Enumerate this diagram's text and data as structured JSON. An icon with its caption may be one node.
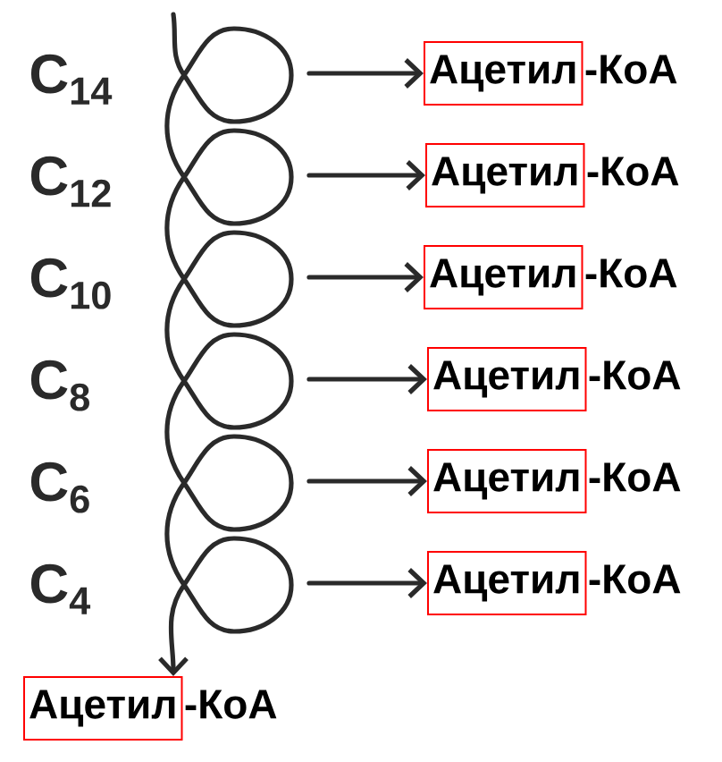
{
  "diagram": {
    "nodes": [
      {
        "text": [
          "Ацетил"
        ],
        "beside": [
          "-КоА"
        ]
      },
      {
        "text": [
          "Ацетил"
        ],
        "beside": [
          "-КоА"
        ]
      },
      {
        "text": [
          "Ацетил"
        ],
        "beside": [
          "-КоА"
        ]
      },
      {
        "text": [
          "Ацетил"
        ],
        "beside": [
          "-КоА"
        ]
      },
      {
        "text": [
          "Ацетил"
        ],
        "beside": [
          "-КоА"
        ]
      },
      {
        "text": [
          "Ацетил"
        ],
        "beside": [
          "-КоА"
        ]
      },
      {
        "text": [
          "Ацетил"
        ],
        "beside": [
          "-КоА"
        ]
      }
    ],
    "edges": [
      {
        "from": null,
        "to": 0,
        "arrow": "to"
      },
      {
        "from": null,
        "to": 1,
        "arrow": "to"
      },
      {
        "from": null,
        "to": 2,
        "arrow": "to"
      },
      {
        "from": null,
        "to": 3,
        "arrow": "to"
      },
      {
        "from": null,
        "to": 4,
        "arrow": "to"
      },
      {
        "from": null,
        "to": 5,
        "arrow": "to"
      },
      {
        "from": null,
        "to": 6,
        "arrow": "to"
      }
    ],
    "labels": [
      "C$_{14}$",
      "C$_{12}$",
      "C$_{10}$",
      "C$_{8}$",
      "C$_{6}$",
      "C$_{4}$"
    ]
  }
}
